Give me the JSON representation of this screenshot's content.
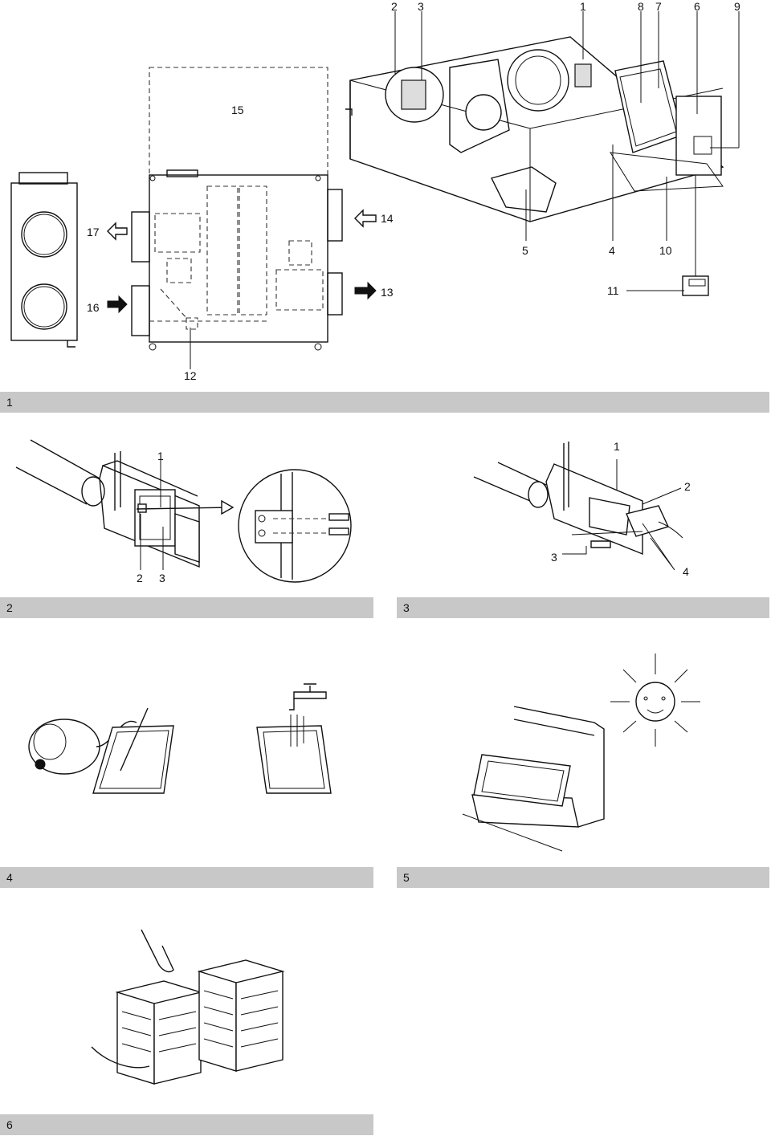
{
  "figure1": {
    "callouts": [
      "2",
      "3",
      "1",
      "8",
      "7",
      "6",
      "9",
      "15",
      "17",
      "14",
      "5",
      "4",
      "10",
      "16",
      "13",
      "11",
      "12"
    ]
  },
  "figure2": {
    "callouts": [
      "1",
      "2",
      "3"
    ]
  },
  "figure3": {
    "callouts": [
      "1",
      "2",
      "3",
      "4"
    ]
  },
  "section_bars": [
    "1",
    "2",
    "3",
    "4",
    "5",
    "6"
  ],
  "icons": {
    "vacuum": "vacuum-cleaner-icon",
    "tap": "water-tap-icon",
    "sun": "sun-icon",
    "hand": "hand-icon"
  }
}
